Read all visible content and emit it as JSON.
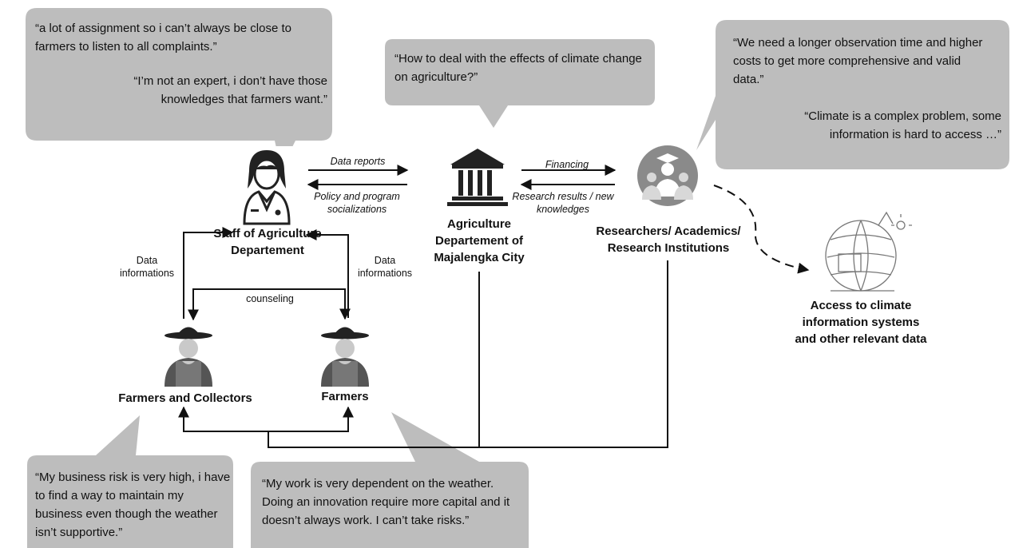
{
  "bubbles": {
    "staff": {
      "quote1": "“a lot of assignment so i can’t always be close to farmers to listen to all complaints.”",
      "quote2": "“I’m not an expert, i don’t have those knowledges that farmers want.”"
    },
    "department": {
      "quote1": "“How to deal with the effects of climate change on agriculture?”"
    },
    "researchers": {
      "quote1": "“We need a longer observation time and higher costs to get more comprehensive and valid data.”",
      "quote2": "“Climate is a complex problem, some information is hard to access …”"
    },
    "farmers_collectors": {
      "quote1": "“My business risk is very high, i have to find a way to maintain my business even though the weather isn’t supportive.”"
    },
    "farmers": {
      "quote1": "“My work is very dependent on the weather. Doing an innovation require more capital and it doesn’t always work. I can’t take risks.”"
    }
  },
  "nodes": {
    "staff": "Staff of Agriculture Departement",
    "department": "Agriculture Departement of Majalengka City",
    "researchers": "Researchers/ Academics/ Research Institutions",
    "climate_access": "Access to climate information systems and other relevant data",
    "farmers_collectors": "Farmers and Collectors",
    "farmers": "Farmers"
  },
  "edges": {
    "data_reports": "Data reports",
    "policy": "Policy and program socializations",
    "financing": "Financing",
    "research_results": "Research results / new knowledges",
    "data_info_left": "Data informations",
    "data_info_right": "Data informations",
    "counseling": "counseling"
  },
  "colors": {
    "bubble_fill": "#bdbdbd",
    "line": "#111111",
    "icon_dark": "#222222",
    "icon_grey": "#8a8a8a"
  },
  "icons": {
    "staff": "officer-woman-icon",
    "department": "government-building-icon",
    "researchers": "graduates-group-icon",
    "climate_access": "globe-sketch-icon",
    "farmers_collectors": "farmer-icon",
    "farmers": "farmer-icon"
  }
}
